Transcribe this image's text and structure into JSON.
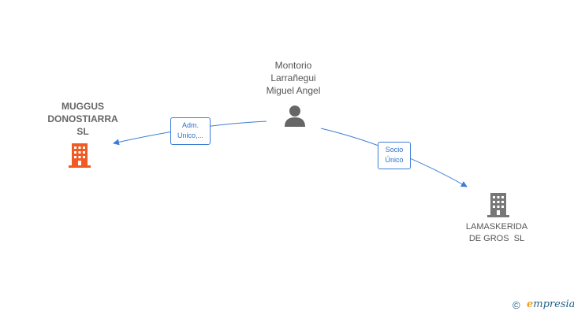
{
  "colors": {
    "edge": "#3b7dd8",
    "company_highlight": "#f05a23",
    "company_default": "#777777",
    "person": "#666666"
  },
  "nodes": {
    "person": {
      "icon": "person-icon",
      "lines": [
        "Montorio",
        "Larrañegui",
        "Miguel Angel"
      ]
    },
    "company_left": {
      "icon": "building-icon",
      "lines": [
        "MUGGUS",
        "DONOSTIARRA",
        "SL"
      ]
    },
    "company_right": {
      "icon": "building-icon",
      "lines": [
        "LAMASKERIDA",
        "DE GROS  SL"
      ]
    }
  },
  "edges": {
    "adm": {
      "lines": [
        "Adm.",
        "Unico,..."
      ]
    },
    "socio": {
      "lines": [
        "Socio",
        "Único"
      ]
    }
  },
  "footer": {
    "copyright_symbol": "©",
    "brand_first": "e",
    "brand_rest": "mpresia"
  }
}
